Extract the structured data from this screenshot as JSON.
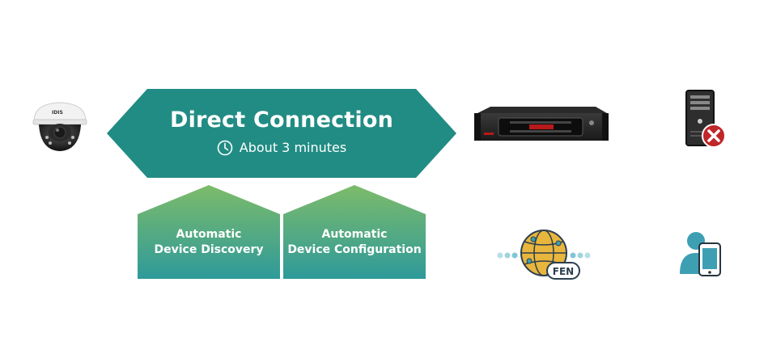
{
  "banner": {
    "title": "Direct Connection",
    "subtitle": "About 3 minutes",
    "icon": "clock-icon",
    "color": "#218c84"
  },
  "features": [
    {
      "line1": "Automatic",
      "line2": "Device Discovery"
    },
    {
      "line1": "Automatic",
      "line2": "Device Configuration"
    }
  ],
  "feature_gradient": {
    "top": "#7dbb6a",
    "bottom": "#2e9a9a"
  },
  "devices": {
    "camera": {
      "icon": "dome-camera-icon",
      "brand": "IDIS"
    },
    "recorder": {
      "icon": "nvr-recorder-icon"
    },
    "server": {
      "icon": "pc-tower-crossed-icon"
    },
    "fen": {
      "icon": "fen-globe-icon",
      "label": "FEN"
    },
    "mobile": {
      "icon": "mobile-user-icon"
    }
  }
}
